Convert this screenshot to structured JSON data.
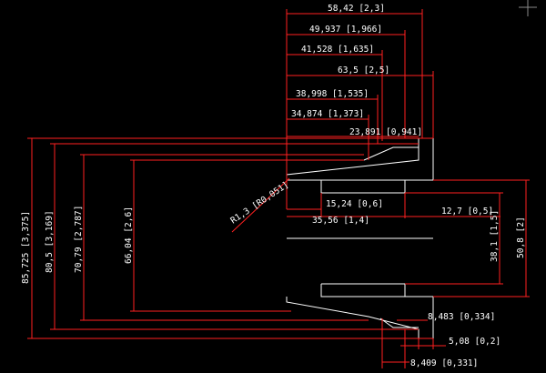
{
  "drawing": {
    "title": "",
    "colors": {
      "background": "#000000",
      "dimension": "#ff2020",
      "geometry": "#ffffff",
      "text": "#ffffff"
    },
    "dimensions": {
      "top": [
        {
          "id": "d58",
          "text": "58,42 [2,3]"
        },
        {
          "id": "d49",
          "text": "49,937 [1,966]"
        },
        {
          "id": "d41",
          "text": "41,528 [1,635]"
        },
        {
          "id": "d63",
          "text": "63,5 [2,5]"
        },
        {
          "id": "d38",
          "text": "38,998 [1,535]"
        },
        {
          "id": "d34",
          "text": "34,874 [1,373]"
        },
        {
          "id": "d23",
          "text": "23,891 [0,941]"
        }
      ],
      "left": [
        {
          "id": "d85",
          "text": "85,725 [3,375]"
        },
        {
          "id": "d80",
          "text": "80,5 [3,169]"
        },
        {
          "id": "d70",
          "text": "70,79 [2,787]"
        },
        {
          "id": "d66",
          "text": "66,04 [2,6]"
        }
      ],
      "middle": [
        {
          "id": "d15",
          "text": "15,24 [0,6]"
        },
        {
          "id": "d35",
          "text": "35,56 [1,4]"
        },
        {
          "id": "d12",
          "text": "12,7 [0,5]"
        },
        {
          "id": "dR",
          "text": "R1,3 [R0,051]"
        }
      ],
      "right": [
        {
          "id": "d381",
          "text": "38,1 [1,5]"
        },
        {
          "id": "d508",
          "text": "50,8 [2]"
        }
      ],
      "bottom": [
        {
          "id": "d8483",
          "text": "8,483 [0,334]"
        },
        {
          "id": "d508b",
          "text": "5,08 [0,2]"
        },
        {
          "id": "d8409",
          "text": "8,409 [0,331]"
        }
      ]
    }
  }
}
